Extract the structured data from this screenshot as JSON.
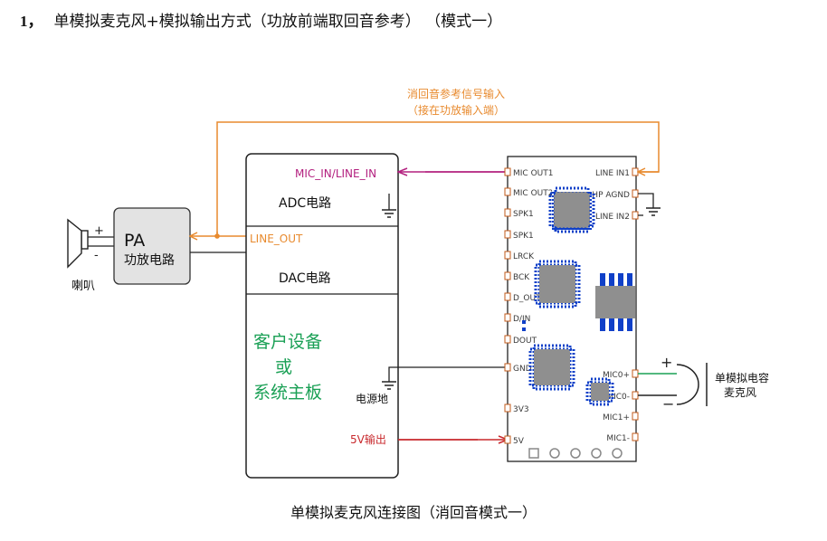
{
  "heading": {
    "number": "1，",
    "text": "单模拟麦克风+模拟输出方式（功放前端取回音参考）  （模式一）"
  },
  "caption": "单模拟麦克风连接图（消回音模式一）",
  "colors": {
    "orange": "#e88a2e",
    "magenta": "#b3207f",
    "red": "#c8282c",
    "green": "#1aa055",
    "gray_line": "#333333",
    "chip": "#8f8f8f",
    "blue": "#1040c8"
  },
  "diagram": {
    "feedback_label_1": "消回音参考信号输入",
    "feedback_label_2": "（接在功放输入端）",
    "speaker_label": "喇叭",
    "speaker_plus": "+",
    "speaker_minus": "-",
    "pa_title": "PA",
    "pa_sub": "功放电路",
    "host": {
      "adc_label": "ADC电路",
      "dac_label": "DAC电路",
      "mic_in_label": "MIC_IN/LINE_IN",
      "line_out_label": "LINE_OUT",
      "main_1": "客户设备",
      "main_2": "或",
      "main_3": "系统主板",
      "ground_label": "电源地",
      "power_label": "5V输出"
    },
    "module_left_pins": [
      "MIC OUT1",
      "MIC OUT2",
      "SPK1",
      "SPK1",
      "LRCK",
      "BCK",
      "D_OUT/N",
      "D/IN",
      "DOUT",
      "GND",
      "3V3",
      "5V"
    ],
    "module_right_pins": [
      "LINE IN1",
      "HP AGND",
      "LINE IN2",
      "MIC0+",
      "MIC0-",
      "MIC1+",
      "MIC1-"
    ],
    "mic_plus": "+",
    "mic_minus": "−",
    "mic_label_1": "单模拟电容",
    "mic_label_2": "麦克风"
  }
}
